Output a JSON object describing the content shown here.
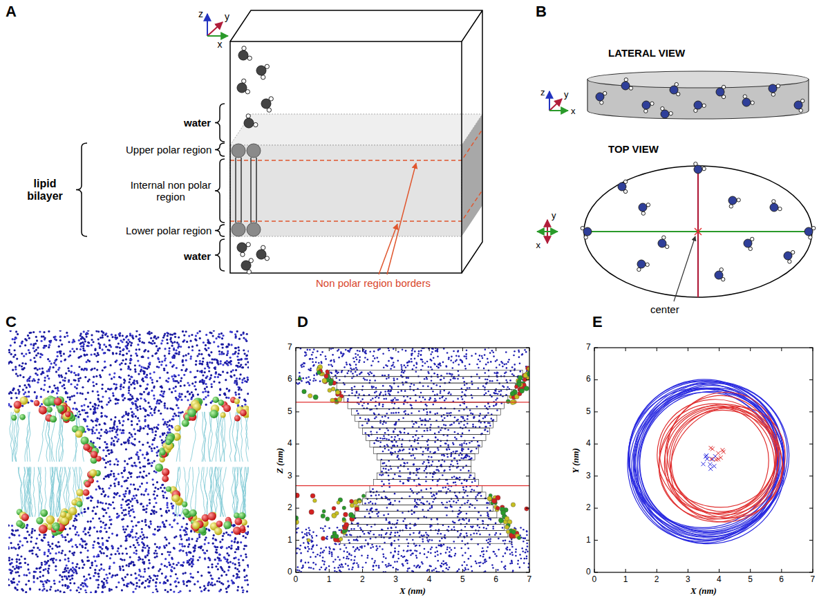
{
  "diagram": {
    "labels": [
      "A",
      "z",
      "y",
      "x",
      "water",
      "lipid bilayer",
      "Upper polar region",
      "Internal non polar region",
      "Lower polar region",
      "water",
      "Non polar region borders",
      "B",
      "LATERAL VIEW",
      "z",
      "y",
      "x",
      "TOP VIEW",
      "y",
      "x",
      "center",
      "C",
      "D",
      "Z (nm)",
      "0",
      "1",
      "2",
      "3",
      "4",
      "5",
      "6",
      "7",
      "0",
      "1",
      "2",
      "3",
      "4",
      "5",
      "6",
      "7",
      "X (nm)",
      "E",
      "Y (nm)",
      "0",
      "1",
      "2",
      "3",
      "4",
      "5",
      "6",
      "7",
      "0",
      "1",
      "2",
      "3",
      "4",
      "5",
      "6",
      "7",
      "X (nm)"
    ]
  }
}
